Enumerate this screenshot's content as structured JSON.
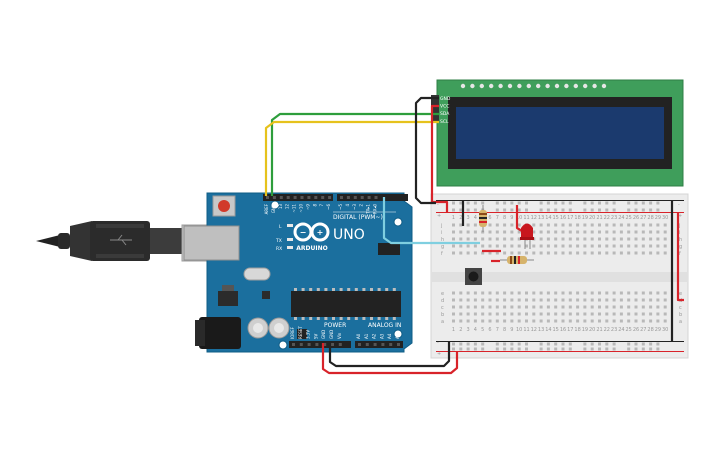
{
  "arduino": {
    "brand": "ARDUINO",
    "model": "UNO",
    "digital_label": "DIGITAL (PWM~)",
    "power_label": "POWER",
    "analog_label": "ANALOG IN",
    "led_labels": [
      "L",
      "TX",
      "RX"
    ],
    "top_pins": [
      "AREF",
      "GND",
      "13",
      "12",
      "~11",
      "~10",
      "~9",
      "8",
      "7",
      "~6",
      "~5",
      "4",
      "~3",
      "2",
      "TX▸1",
      "RX◂0"
    ],
    "power_pins": [
      "IOREF",
      "RESET",
      "3.3V",
      "5V",
      "GND",
      "GND",
      "Vin"
    ],
    "analog_pins": [
      "A0",
      "A1",
      "A2",
      "A3",
      "A4",
      "A5"
    ]
  },
  "lcd": {
    "pins": [
      "GND",
      "VCC",
      "SDA",
      "SCL"
    ]
  },
  "breadboard": {
    "col_numbers": [
      "1",
      "2",
      "3",
      "4",
      "5",
      "6",
      "7",
      "8",
      "9",
      "10",
      "11",
      "12",
      "13",
      "14",
      "15",
      "16",
      "17",
      "18",
      "19",
      "20",
      "21",
      "22",
      "23",
      "24",
      "25",
      "26",
      "27",
      "28",
      "29",
      "30"
    ],
    "row_letters_top": [
      "j",
      "i",
      "h",
      "g",
      "f"
    ],
    "row_letters_bottom": [
      "e",
      "d",
      "c",
      "b",
      "a"
    ],
    "plus": "+",
    "minus": "-"
  },
  "colors": {
    "board": "#1b6f9e",
    "lcd_pcb": "#3f9e5b",
    "lcd_screen": "#1b3a6e",
    "wire_red": "#d8232a",
    "wire_black": "#222222",
    "wire_green": "#2e9e3c",
    "wire_yellow": "#e6c21c",
    "wire_cyan": "#7fcfe0"
  }
}
